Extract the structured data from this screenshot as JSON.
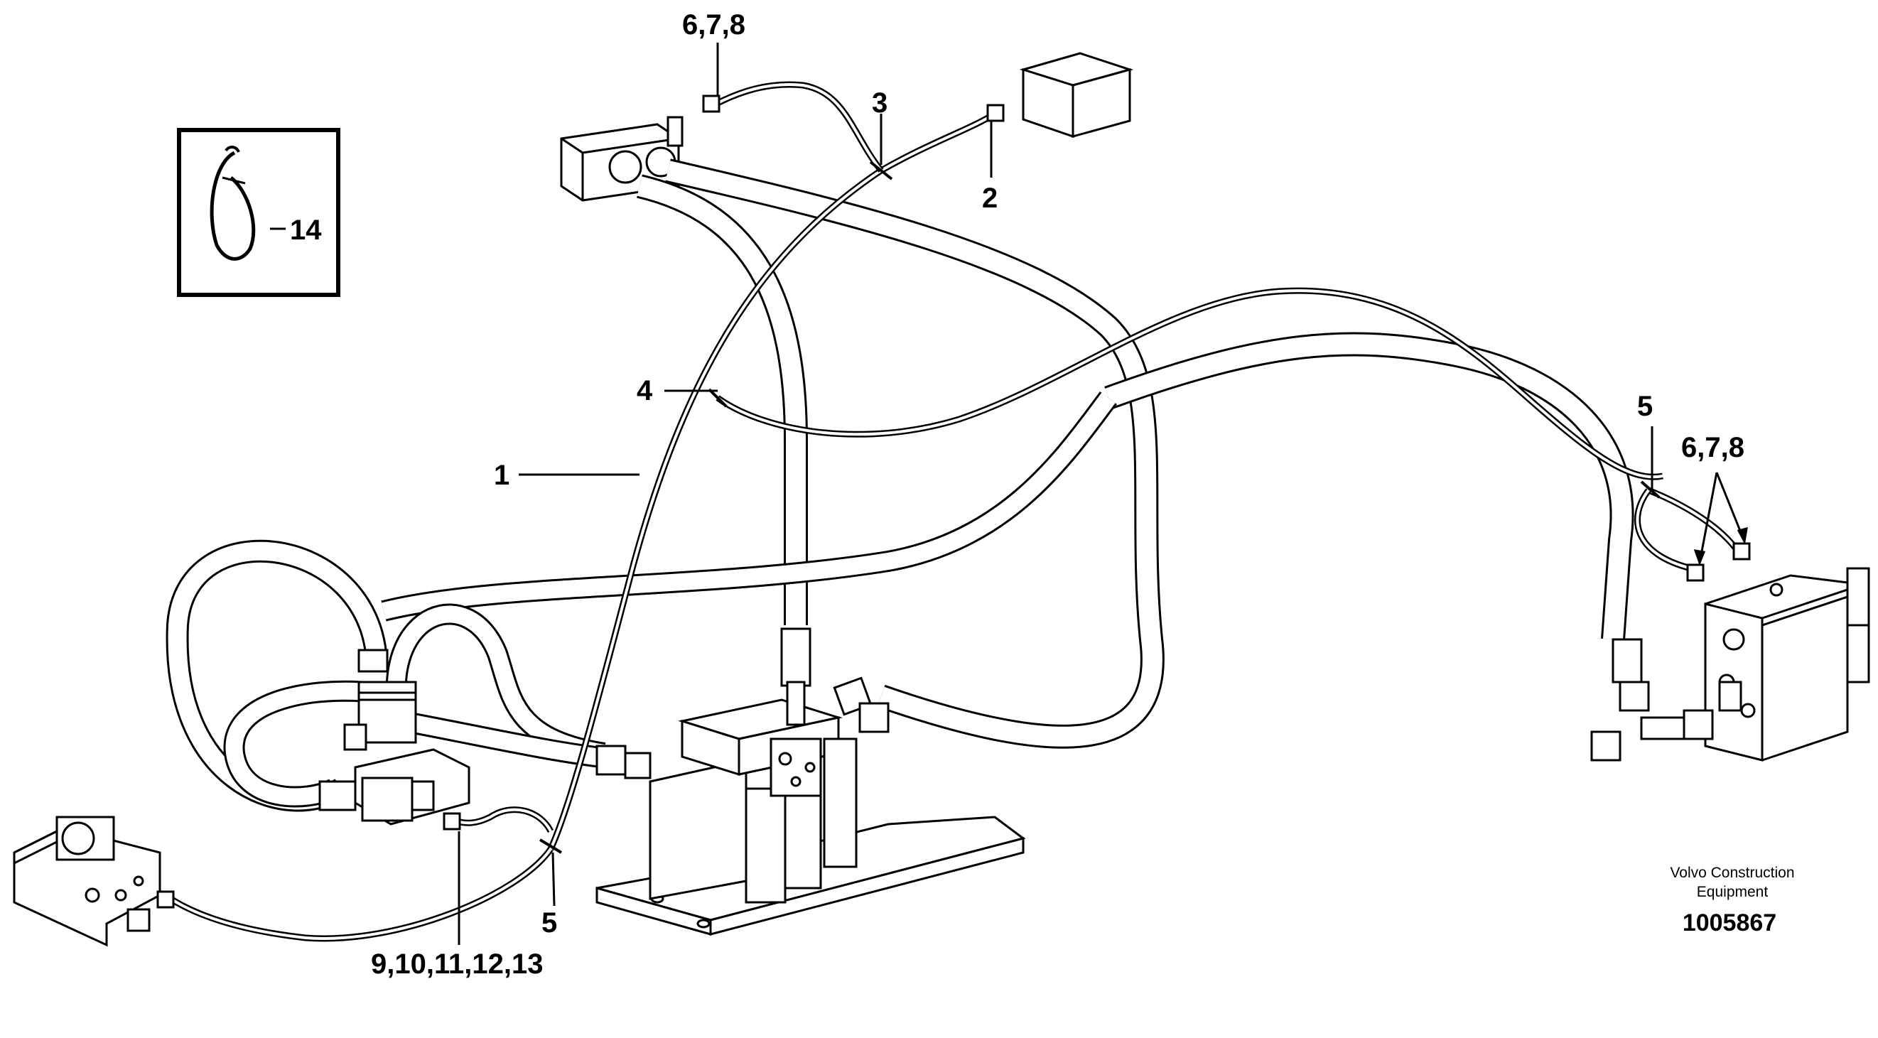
{
  "callouts": {
    "c1": "1",
    "c2": "2",
    "c3": "3",
    "c4": "4",
    "c5_bottom": "5",
    "c5_right": "5",
    "c678_top": "6,7,8",
    "c678_right": "6,7,8",
    "c9_13": "9,10,11,12,13",
    "c14": "14"
  },
  "footer": {
    "brand_line1": "Volvo Construction",
    "brand_line2": "Equipment",
    "doc_number": "1005867"
  }
}
